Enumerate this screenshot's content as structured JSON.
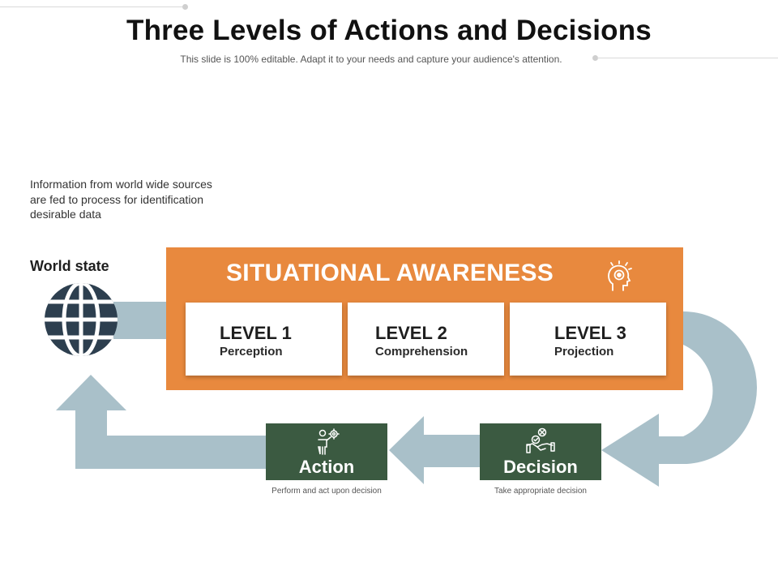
{
  "header": {
    "title": "Three Levels of Actions and Decisions",
    "subtitle": "This slide is 100% editable. Adapt it to your needs and capture your audience's attention."
  },
  "world": {
    "info_lines": [
      "Information from world wide sources",
      "are fed to process for identification",
      "desirable data"
    ],
    "label": "World state",
    "icon": "globe-icon"
  },
  "awareness": {
    "title": "SITUATIONAL AWARENESS",
    "icon": "lightbulb-head-icon",
    "levels": [
      {
        "title": "LEVEL 1",
        "subtitle": "Perception"
      },
      {
        "title": "LEVEL 2",
        "subtitle": "Comprehension"
      },
      {
        "title": "LEVEL 3",
        "subtitle": "Projection"
      }
    ]
  },
  "action": {
    "label": "Action",
    "caption": "Perform and act upon decision",
    "icon": "person-gear-icon"
  },
  "decision": {
    "label": "Decision",
    "caption": "Take appropriate decision",
    "icon": "handshake-check-icon"
  },
  "colors": {
    "orange": "#e8893e",
    "green": "#3b5a41",
    "arrow": "#a9c0c9",
    "globe": "#2d3f4f"
  }
}
